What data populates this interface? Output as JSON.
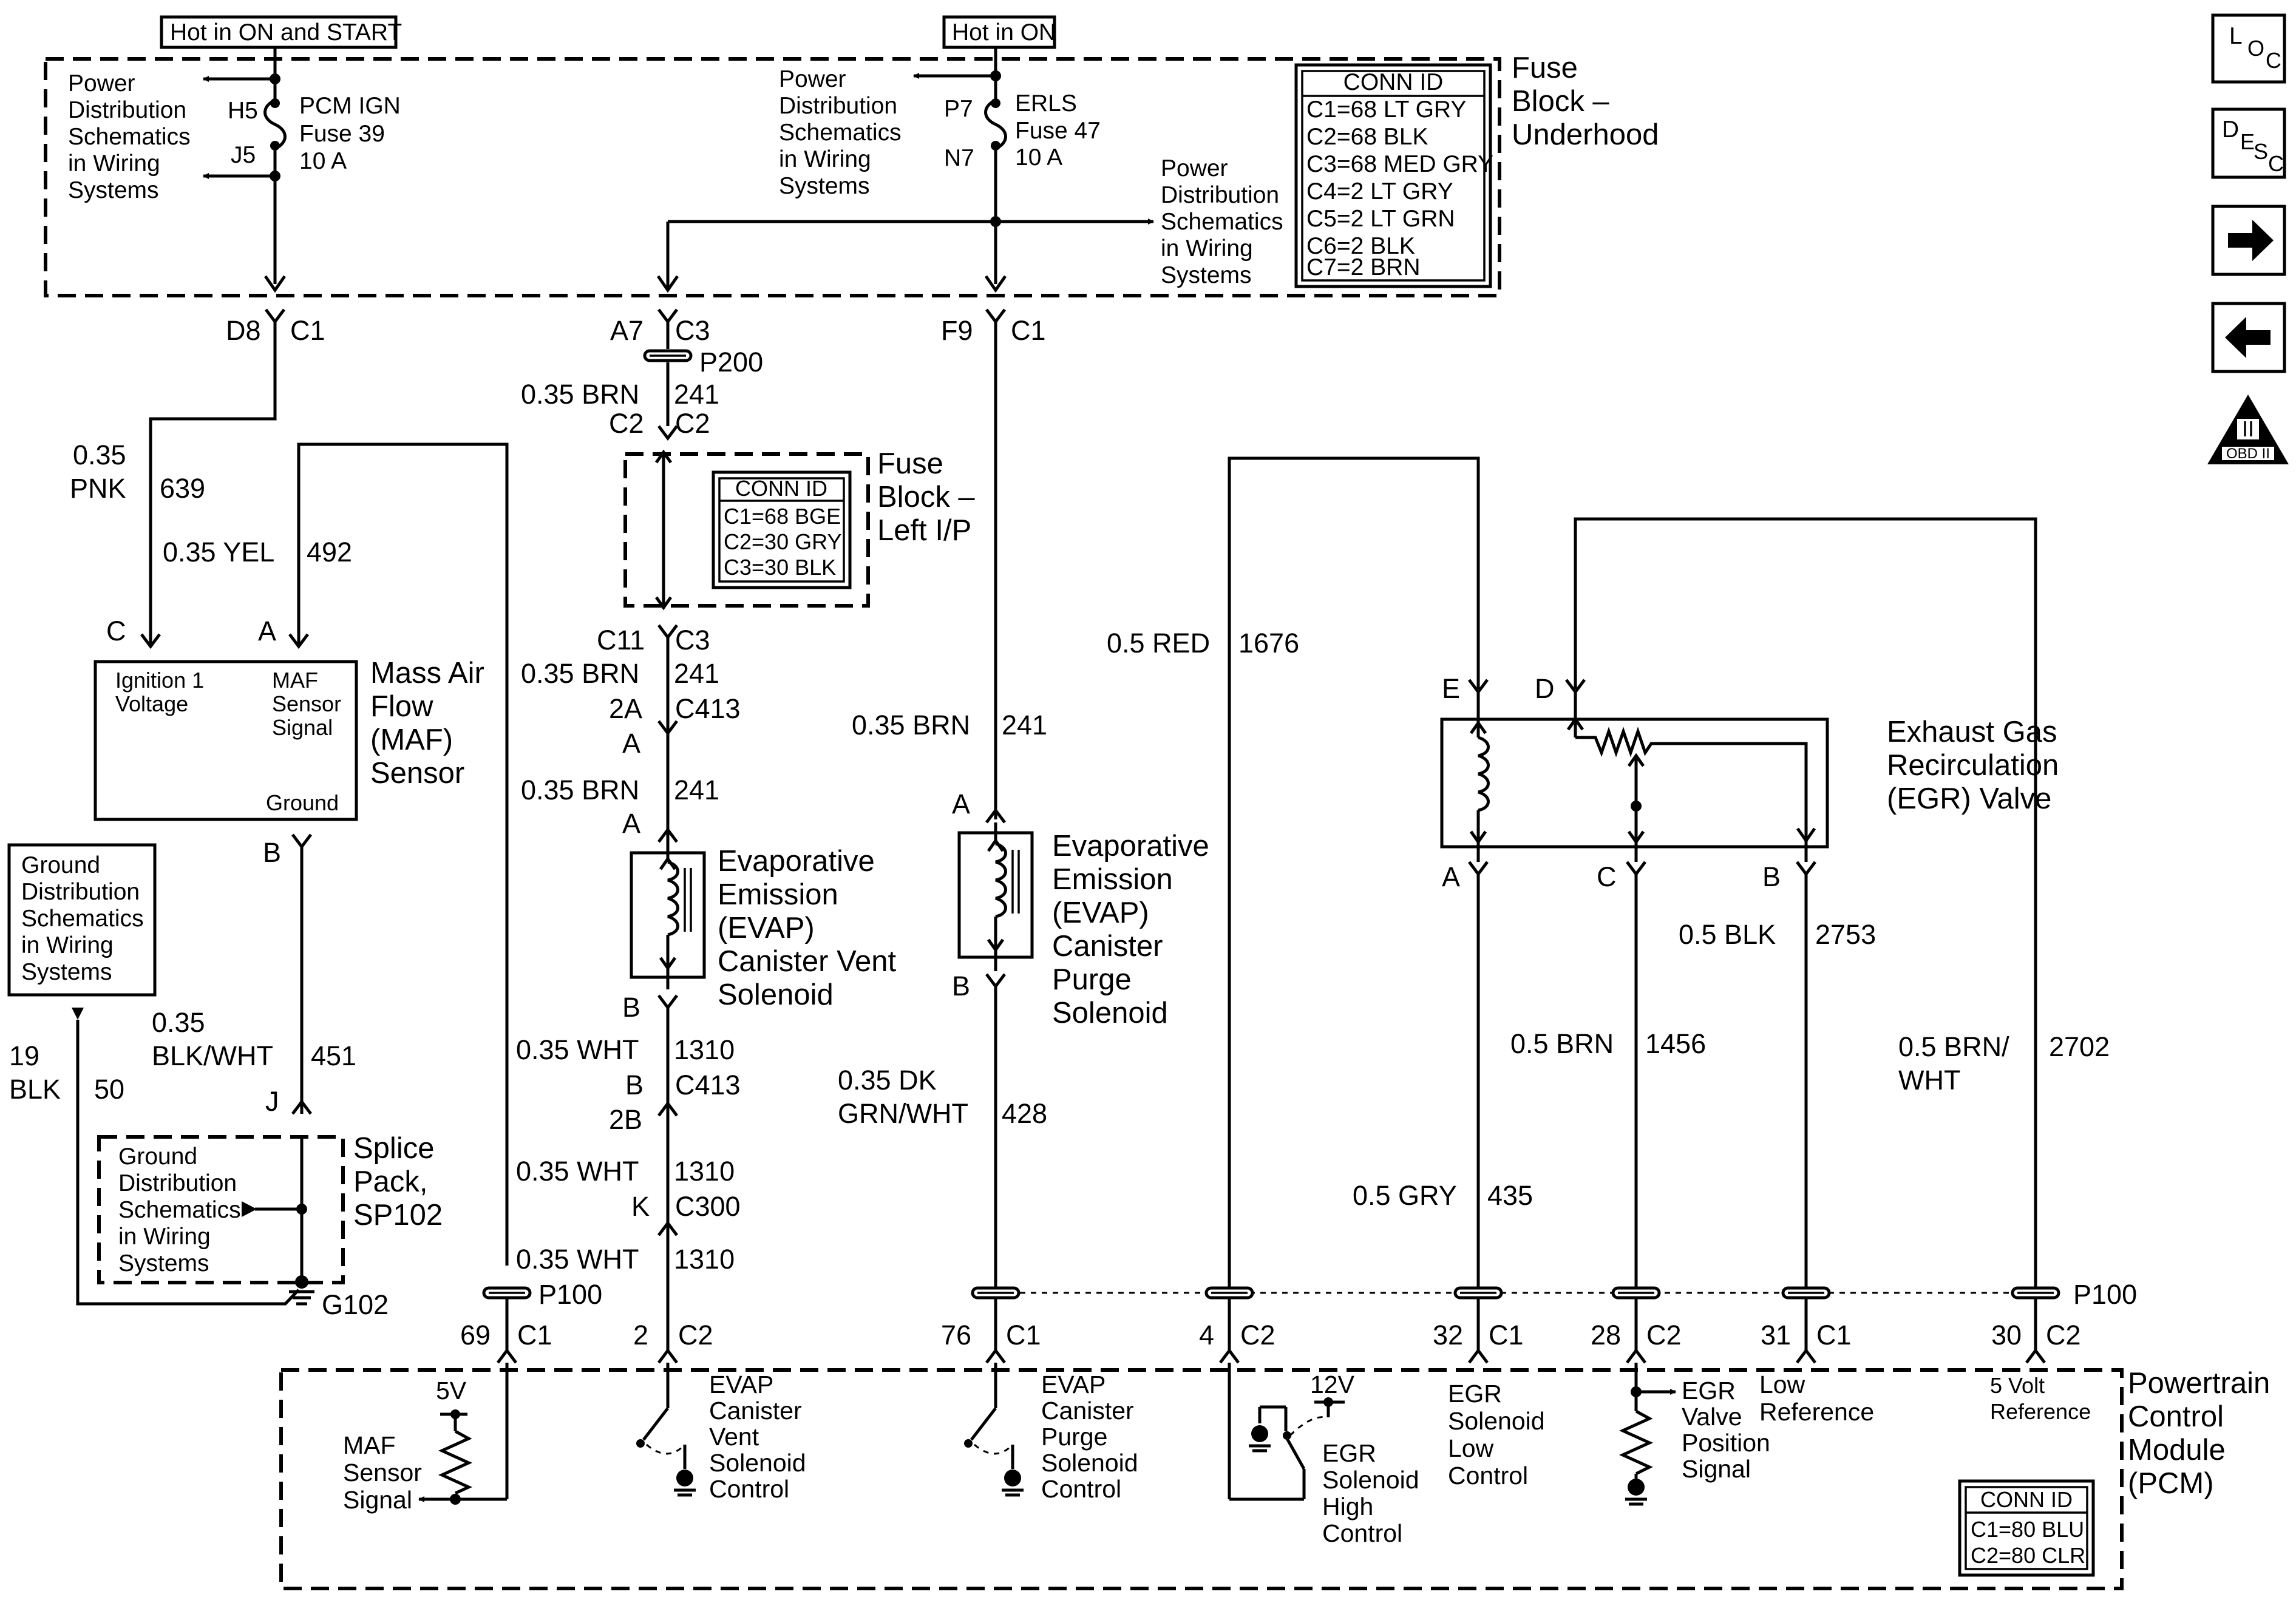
{
  "nav": {
    "loc": {
      "main": "L",
      "sub1": "O",
      "sub2": "C"
    },
    "desc": {
      "main": "D",
      "sub1": "E",
      "sub2": "S",
      "sub3": "C"
    },
    "forward_icon": "arrow-right-icon",
    "back_icon": "arrow-left-icon",
    "obd": {
      "roman": "II",
      "label": "OBD II"
    }
  },
  "power": {
    "hot_on_start": "Hot in ON and START",
    "hot_on": "Hot in ON",
    "pds": [
      "Power",
      "Distribution",
      "Schematics",
      "in Wiring",
      "Systems"
    ],
    "pcm_fuse": {
      "name": "PCM IGN",
      "fuse": "Fuse 39",
      "amps": "10 A",
      "in": "H5",
      "out": "J5"
    },
    "erls_fuse": {
      "name": "ERLS",
      "fuse": "Fuse 47",
      "amps": "10 A",
      "in": "P7",
      "out": "N7"
    },
    "fuse_block_title": [
      "Fuse",
      "Block –",
      "Underhood"
    ],
    "conn_title": "CONN ID",
    "conn": [
      "C1=68 LT GRY",
      "C2=68 BLK",
      "C3=68 MED GRY",
      "C4=2 LT GRY",
      "C5=2 LT GRN",
      "C6=2 BLK",
      "C7=2 BRN"
    ]
  },
  "fb_conns": {
    "d8": "D8",
    "d8c": "C1",
    "a7": "A7",
    "a7c": "C3",
    "f9": "F9",
    "f9c": "C1"
  },
  "wires": {
    "pnk_size": "0.35",
    "pnk_color": "PNK",
    "pnk_ckt": "639",
    "yel": "0.35 YEL",
    "yel_ckt": "492",
    "p200": "P200",
    "brn_a": "0.35 BRN",
    "brn_a_ckt": "241",
    "c2_left": "C2",
    "c2_right": "C2",
    "c11": "C11",
    "c3b": "C3",
    "brn_b": "0.35 BRN",
    "brn_b_ckt": "241",
    "c413_2a": "2A",
    "c413_a": "C413",
    "a_label": "A",
    "brn_c": "0.35 BRN",
    "brn_c_ckt": "241",
    "brn_purge": "0.35 BRN",
    "brn_purge_ckt": "241",
    "red": "0.5 RED",
    "red_ckt": "1676",
    "blk_2753": "0.5 BLK",
    "blk_2753_ckt": "2753",
    "brn_1456": "0.5 BRN",
    "brn_1456_ckt": "1456",
    "brnwht_1": "0.5 BRN/",
    "brnwht_2": "WHT",
    "brnwht_ckt": "2702",
    "gry": "0.5 GRY",
    "gry_ckt": "435",
    "wht_a": "0.35 WHT",
    "wht_a_ckt": "1310",
    "c413b_b": "B",
    "c413b_2b": "2B",
    "c413b": "C413",
    "wht_b": "0.35 WHT",
    "wht_b_ckt": "1310",
    "c300_k": "K",
    "c300": "C300",
    "wht_c": "0.35 WHT",
    "wht_c_ckt": "1310",
    "dkgrn_1": "0.35 DK",
    "dkgrn_2": "GRN/WHT",
    "dkgrn_ckt": "428",
    "blkwht_size": "0.35",
    "blkwht_color": "BLK/WHT",
    "blkwht_ckt": "451",
    "blk19_size": "19",
    "blk19_color": "BLK",
    "blk19_ckt": "50"
  },
  "fb_left": {
    "title": [
      "Fuse",
      "Block –",
      "Left I/P"
    ],
    "conn_title": "CONN ID",
    "conn": [
      "C1=68 BGE",
      "C2=30 GRY",
      "C3=30 BLK"
    ]
  },
  "maf": {
    "title": [
      "Mass Air",
      "Flow",
      "(MAF)",
      "Sensor"
    ],
    "pin_c": "C",
    "pin_a": "A",
    "pin_b": "B",
    "ign": [
      "Ignition 1",
      "Voltage"
    ],
    "sig": [
      "MAF",
      "Sensor",
      "Signal"
    ],
    "gnd": "Ground"
  },
  "gnd_dist": [
    "Ground",
    "Distribution",
    "Schematics",
    "in Wiring",
    "Systems"
  ],
  "splice": {
    "title": [
      "Splice",
      "Pack,",
      "SP102"
    ],
    "pin_j": "J",
    "inner": [
      "Ground",
      "Distribution",
      "Schematics",
      "in Wiring",
      "Systems"
    ],
    "ground": "G102"
  },
  "evap_vent": {
    "title": [
      "Evaporative",
      "Emission",
      "(EVAP)",
      "Canister Vent",
      "Solenoid"
    ],
    "pin_a": "A",
    "pin_b": "B"
  },
  "evap_purge": {
    "title": [
      "Evaporative",
      "Emission",
      "(EVAP)",
      "Canister",
      "Purge",
      "Solenoid"
    ],
    "pin_a": "A",
    "pin_b": "B"
  },
  "egr": {
    "title": [
      "Exhaust Gas",
      "Recirculation",
      "(EGR) Valve"
    ],
    "pin_e": "E",
    "pin_d": "D",
    "pin_a": "A",
    "pin_c": "C",
    "pin_b": "B"
  },
  "p100": {
    "label_left": "P100",
    "label_right": "P100"
  },
  "pcm_pins": [
    {
      "pin": "69",
      "conn": "C1"
    },
    {
      "pin": "2",
      "conn": "C2"
    },
    {
      "pin": "76",
      "conn": "C1"
    },
    {
      "pin": "4",
      "conn": "C2"
    },
    {
      "pin": "32",
      "conn": "C1"
    },
    {
      "pin": "28",
      "conn": "C2"
    },
    {
      "pin": "31",
      "conn": "C1"
    },
    {
      "pin": "30",
      "conn": "C2"
    }
  ],
  "pcm": {
    "title": [
      "Powertrain",
      "Control",
      "Module",
      "(PCM)"
    ],
    "maf_v": "5V",
    "maf_sig": [
      "MAF",
      "Sensor",
      "Signal"
    ],
    "vent_ctl": [
      "EVAP",
      "Canister",
      "Vent",
      "Solenoid",
      "Control"
    ],
    "purge_ctl": [
      "EVAP",
      "Canister",
      "Purge",
      "Solenoid",
      "Control"
    ],
    "egr_hi_v": "12V",
    "egr_hi": [
      "EGR",
      "Solenoid",
      "High",
      "Control"
    ],
    "egr_lo": [
      "EGR",
      "Solenoid",
      "Low",
      "Control"
    ],
    "egr_pos": [
      "EGR",
      "Valve",
      "Position",
      "Signal"
    ],
    "low_ref": [
      "Low",
      "Reference"
    ],
    "ref5": [
      "5 Volt",
      "Reference"
    ],
    "conn_title": "CONN ID",
    "conn": [
      "C1=80 BLU",
      "C2=80 CLR"
    ]
  }
}
